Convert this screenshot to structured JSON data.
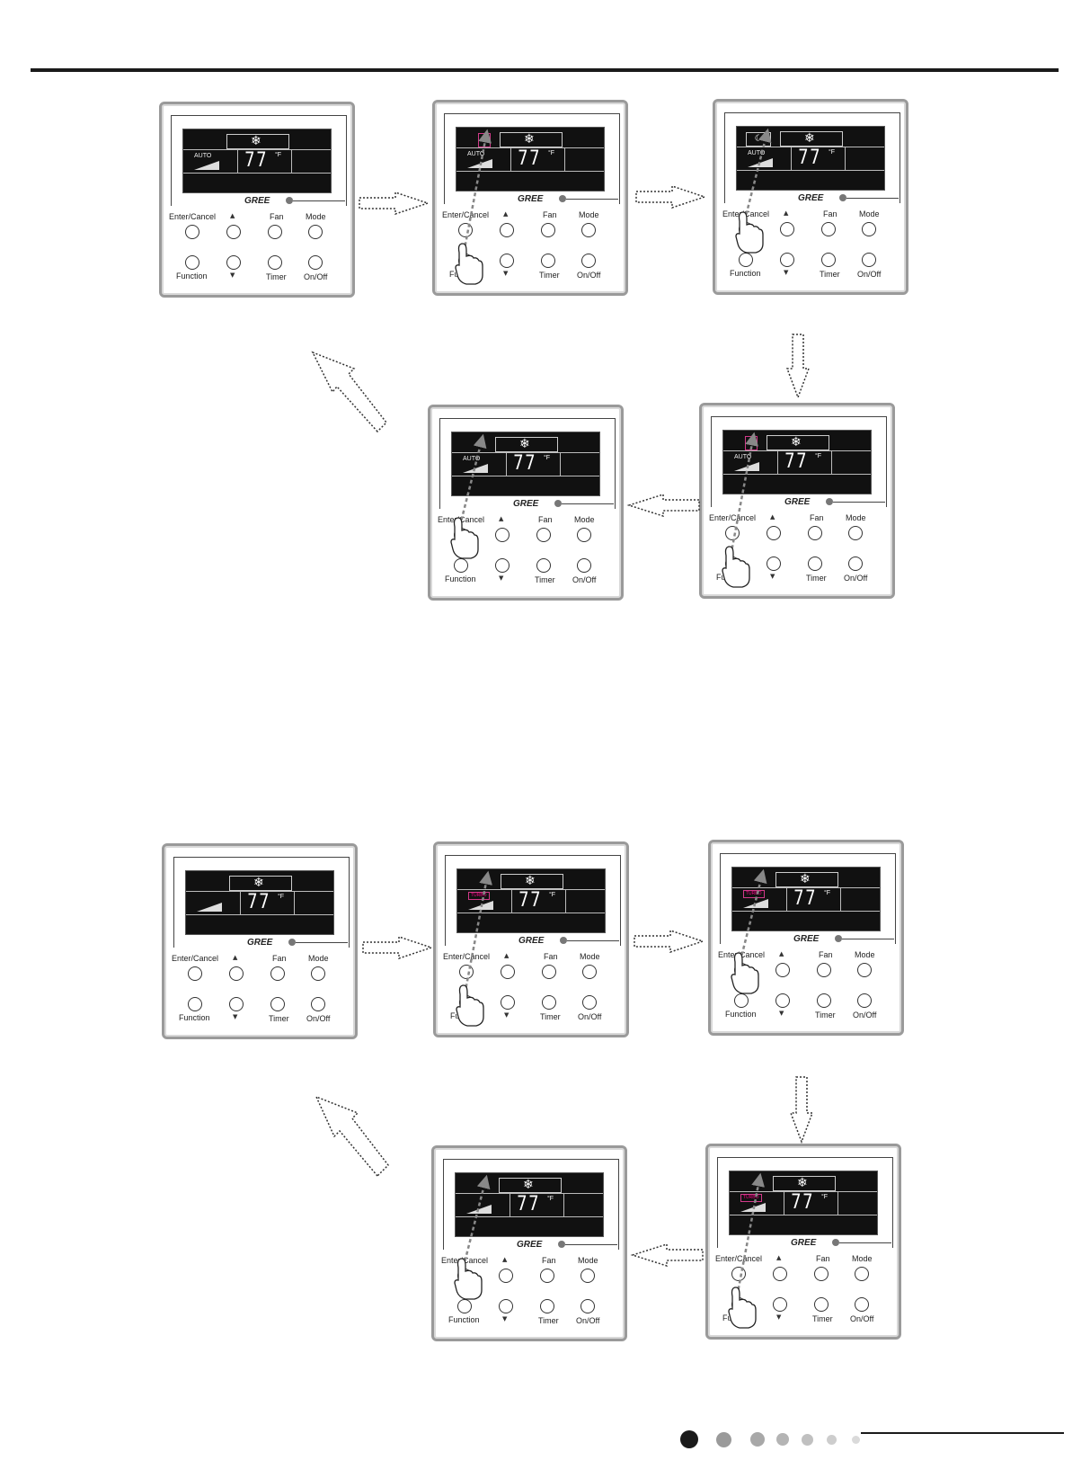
{
  "remote": {
    "logo": "GREE",
    "temp": "77",
    "unit": "°F",
    "auto": "AUTO",
    "turbo": "TURBO",
    "snow": "❄",
    "moon": "☾",
    "labels": {
      "enter_cancel": "Enter/Cancel",
      "up": "▲",
      "fan": "Fan",
      "mode": "Mode",
      "function": "Function",
      "down": "▼",
      "timer": "Timer",
      "on_off": "On/Off"
    }
  },
  "panels": [
    {
      "id": "sleep-1",
      "mark": "auto"
    },
    {
      "id": "sleep-2",
      "mark": "auto-moon",
      "press": "function"
    },
    {
      "id": "sleep-3",
      "mark": "auto-moon-plain",
      "press": "enter"
    },
    {
      "id": "sleep-4",
      "mark": "auto-moon",
      "press": "function"
    },
    {
      "id": "sleep-5",
      "mark": "auto",
      "press": "enter"
    },
    {
      "id": "turbo-1",
      "mark": "none"
    },
    {
      "id": "turbo-2",
      "mark": "turbo",
      "press": "function"
    },
    {
      "id": "turbo-3",
      "mark": "turbo",
      "press": "enter"
    },
    {
      "id": "turbo-4",
      "mark": "turbo",
      "press": "function"
    },
    {
      "id": "turbo-5",
      "mark": "none",
      "press": "enter"
    }
  ],
  "page_indicator": {
    "count": 7,
    "active": 0
  }
}
